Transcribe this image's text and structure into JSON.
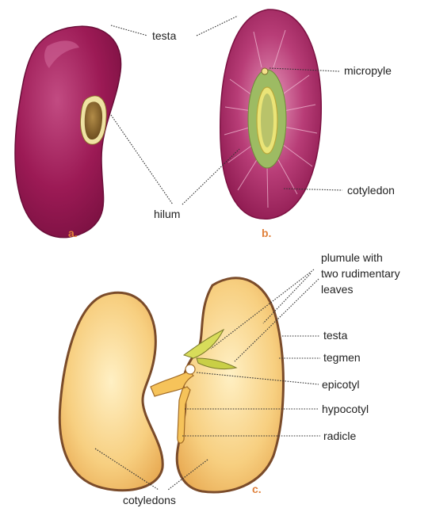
{
  "colors": {
    "seed_coat": "#9c1a55",
    "seed_coat_light": "#b93a73",
    "hilum": "#8a6a2a",
    "micropyle_ring": "#e6e27a",
    "cotyledon_fill": "#f3c774",
    "outline": "#7a4b2a",
    "panel_label": "#e0803a"
  },
  "panel_a": {
    "letter": "a.",
    "labels": {
      "testa": "testa",
      "hilum": "hilum"
    }
  },
  "panel_b": {
    "letter": "b.",
    "labels": {
      "micropyle": "micropyle",
      "cotyledon": "cotyledon"
    }
  },
  "panel_c": {
    "letter": "c.",
    "labels": {
      "plumule_line1": "plumule with",
      "plumule_line2": "two rudimentary",
      "plumule_line3": "leaves",
      "testa": "testa",
      "tegmen": "tegmen",
      "epicotyl": "epicotyl",
      "hypocotyl": "hypocotyl",
      "radicle": "radicle",
      "cotyledons": "cotyledons"
    }
  }
}
